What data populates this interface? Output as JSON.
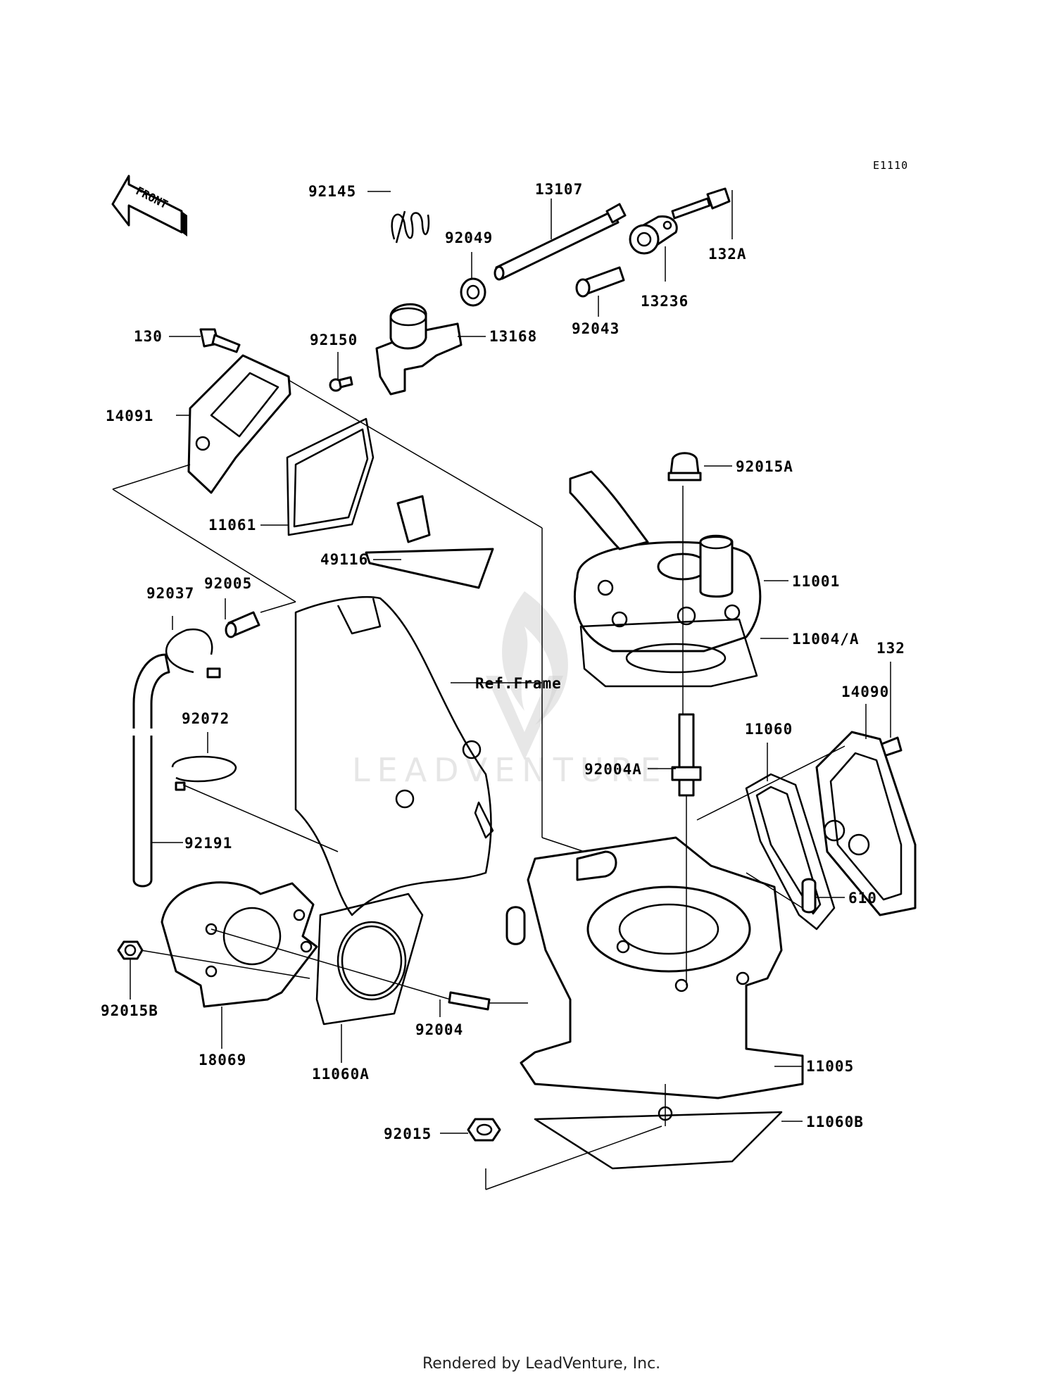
{
  "diagram_code": "E1110",
  "direction_label": "FRONT",
  "watermark": "LEADVENTURE",
  "credit": "Rendered by LeadVenture, Inc.",
  "ref_frame_label": "Ref.Frame",
  "parts": [
    {
      "id": "p92145",
      "number": "92145"
    },
    {
      "id": "p13107",
      "number": "13107"
    },
    {
      "id": "p92049",
      "number": "92049"
    },
    {
      "id": "p132A",
      "number": "132A"
    },
    {
      "id": "p13236",
      "number": "13236"
    },
    {
      "id": "p92043",
      "number": "92043"
    },
    {
      "id": "p130",
      "number": "130"
    },
    {
      "id": "p92150",
      "number": "92150"
    },
    {
      "id": "p13168",
      "number": "13168"
    },
    {
      "id": "p14091",
      "number": "14091"
    },
    {
      "id": "p92015A",
      "number": "92015A"
    },
    {
      "id": "p11061",
      "number": "11061"
    },
    {
      "id": "p49116",
      "number": "49116"
    },
    {
      "id": "p11001",
      "number": "11001"
    },
    {
      "id": "p92037",
      "number": "92037"
    },
    {
      "id": "p92005",
      "number": "92005"
    },
    {
      "id": "p11004A",
      "number": "11004/A"
    },
    {
      "id": "p132",
      "number": "132"
    },
    {
      "id": "p14090",
      "number": "14090"
    },
    {
      "id": "p92072",
      "number": "92072"
    },
    {
      "id": "p11060",
      "number": "11060"
    },
    {
      "id": "p92004A",
      "number": "92004A"
    },
    {
      "id": "p92191",
      "number": "92191"
    },
    {
      "id": "p610",
      "number": "610"
    },
    {
      "id": "p92015B",
      "number": "92015B"
    },
    {
      "id": "p92004",
      "number": "92004"
    },
    {
      "id": "p11005",
      "number": "11005"
    },
    {
      "id": "p18069",
      "number": "18069"
    },
    {
      "id": "p11060A",
      "number": "11060A"
    },
    {
      "id": "p11060B",
      "number": "11060B"
    },
    {
      "id": "p92015",
      "number": "92015"
    }
  ]
}
